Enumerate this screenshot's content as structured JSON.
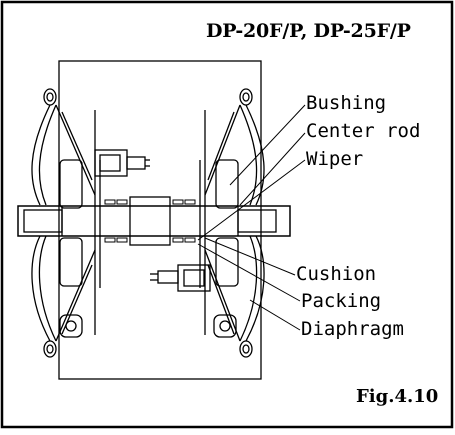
{
  "header": {
    "title": "DP-20F/P, DP-25F/P"
  },
  "figure": {
    "label": "Fig.4.10"
  },
  "callouts": [
    {
      "id": "bushing",
      "label": "Bushing"
    },
    {
      "id": "center_rod",
      "label": "Center rod"
    },
    {
      "id": "wiper",
      "label": "Wiper"
    },
    {
      "id": "cushion",
      "label": "Cushion"
    },
    {
      "id": "packing",
      "label": "Packing"
    },
    {
      "id": "diaphragm",
      "label": "Diaphragm"
    }
  ]
}
